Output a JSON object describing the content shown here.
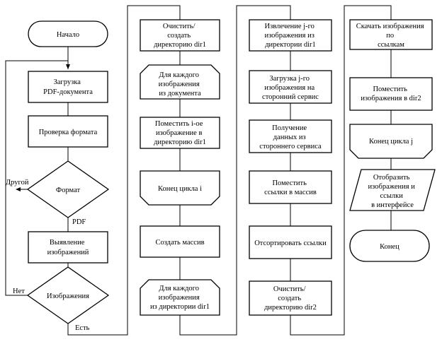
{
  "flowchart": {
    "col1": {
      "start": "Начало",
      "load_pdf": [
        "Загрузка",
        "PDF-документа"
      ],
      "check_format": "Проверка формата",
      "format": "Формат",
      "other": "Другой",
      "pdf": "PDF",
      "extract_images": [
        "Выявление",
        "изображений"
      ],
      "images": "Изображения",
      "no": "Нет",
      "yes": "Есть"
    },
    "col2": {
      "clear_dir1": [
        "Очистить/",
        "создать",
        "директорию dir1"
      ],
      "for_each_i": [
        "Для каждого",
        "изображения",
        "из документа"
      ],
      "put_i": [
        "Поместить i-ое",
        "изображение в",
        "директорию dir1"
      ],
      "end_loop_i": "Конец цикла i",
      "create_array": "Создать массив",
      "for_each_dir1": [
        "Для каждого",
        "изображения",
        "из директории dir1"
      ]
    },
    "col3": {
      "extract_j": [
        "Извлечение j-го",
        "изображения из",
        "директории dir1"
      ],
      "upload_j": [
        "Загрузка j-го",
        "изображения на",
        "сторонний сервис"
      ],
      "get_data": [
        "Получение",
        "данных из",
        "стороннего сервиса"
      ],
      "put_links": [
        "Поместить",
        "ссылки в массив"
      ],
      "sort_links": "Отсортировать ссылки",
      "clear_dir2": [
        "Очистить/",
        "создать",
        "директорию dir2"
      ]
    },
    "col4": {
      "download": [
        "Скачать изображения",
        "по",
        "ссылкам"
      ],
      "put_dir2": [
        "Поместить",
        "изображения в dir2"
      ],
      "end_loop_j": "Конец цикла j",
      "display": [
        "Отобразить",
        "изображения и",
        "ссылки",
        "в интерфейсе"
      ],
      "end": "Конец"
    }
  }
}
